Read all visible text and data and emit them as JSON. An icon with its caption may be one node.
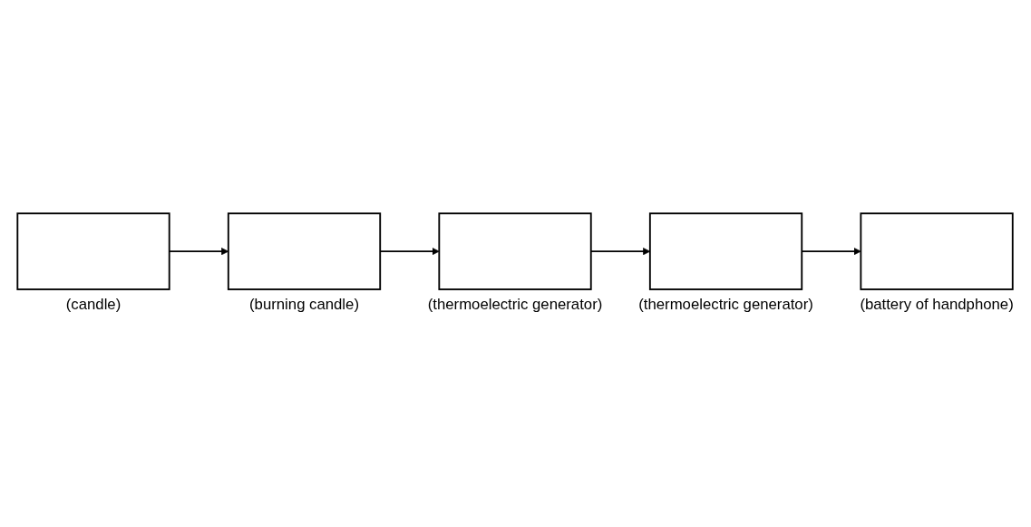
{
  "diagram": {
    "nodes": [
      {
        "text": [],
        "shape": "box",
        "beside": [
          "(candle)"
        ]
      },
      {
        "text": [],
        "shape": "box",
        "beside": [
          "(burning candle)"
        ]
      },
      {
        "text": [],
        "shape": "box",
        "beside": [
          "(thermoelectric generator)"
        ]
      },
      {
        "text": [],
        "shape": "box",
        "beside": [
          "(thermoelectric generator)"
        ]
      },
      {
        "text": [],
        "shape": "box",
        "beside": [
          "(battery of handphone)"
        ]
      }
    ],
    "edges": [
      {
        "from": 0,
        "to": 1,
        "arrow": "to"
      },
      {
        "from": 1,
        "to": 2,
        "arrow": "to"
      },
      {
        "from": 2,
        "to": 3,
        "arrow": "to"
      },
      {
        "from": 3,
        "to": 4,
        "arrow": "to"
      }
    ]
  }
}
